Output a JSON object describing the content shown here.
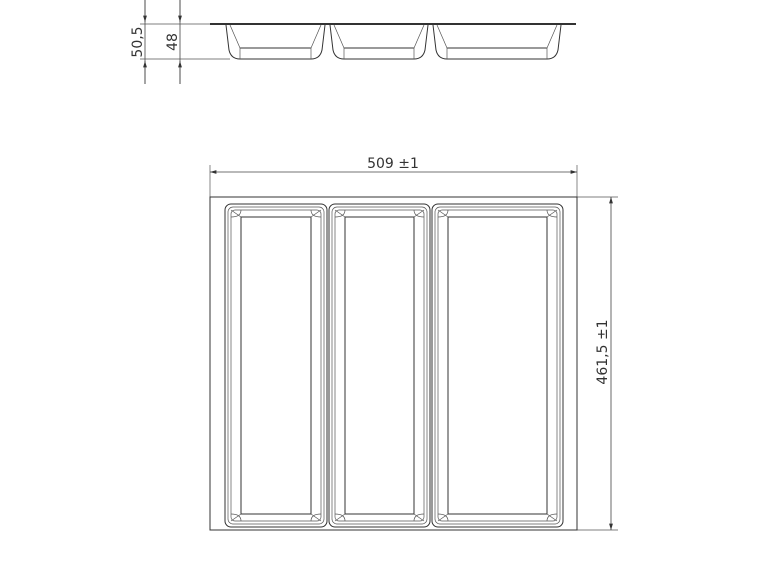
{
  "side_view": {
    "dim_overall_height": "50,5",
    "dim_inner_height": "48",
    "compartments": 3
  },
  "top_view": {
    "dim_width": "509 ±1",
    "dim_depth": "461,5 ±1",
    "compartments": 3
  },
  "colors": {
    "line": "#333333",
    "background": "#ffffff"
  }
}
